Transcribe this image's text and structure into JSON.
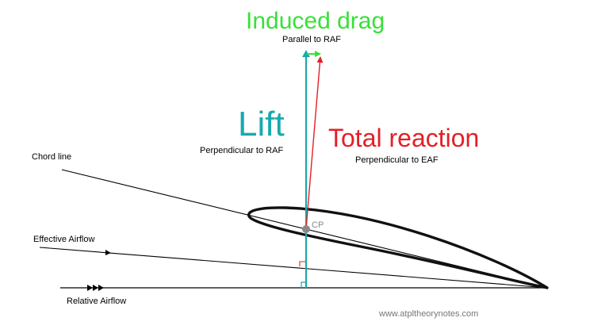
{
  "labels": {
    "induced_drag": "Induced drag",
    "parallel_to_raf": "Parallel to RAF",
    "lift": "Lift",
    "perpendicular_to_raf": "Perpendicular to RAF",
    "total_reaction": "Total reaction",
    "perpendicular_to_eaf": "Perpendicular to EAF",
    "chord_line": "Chord line",
    "effective_airflow": "Effective Airflow",
    "relative_airflow": "Relative Airflow",
    "cp": "CP",
    "watermark": "www.atpltheorynotes.com"
  },
  "colors": {
    "induced_drag": "#39e03a",
    "lift": "#19a9ad",
    "total_reaction": "#e32026",
    "lines": "#000000",
    "cp_point": "#8a8a8a"
  }
}
